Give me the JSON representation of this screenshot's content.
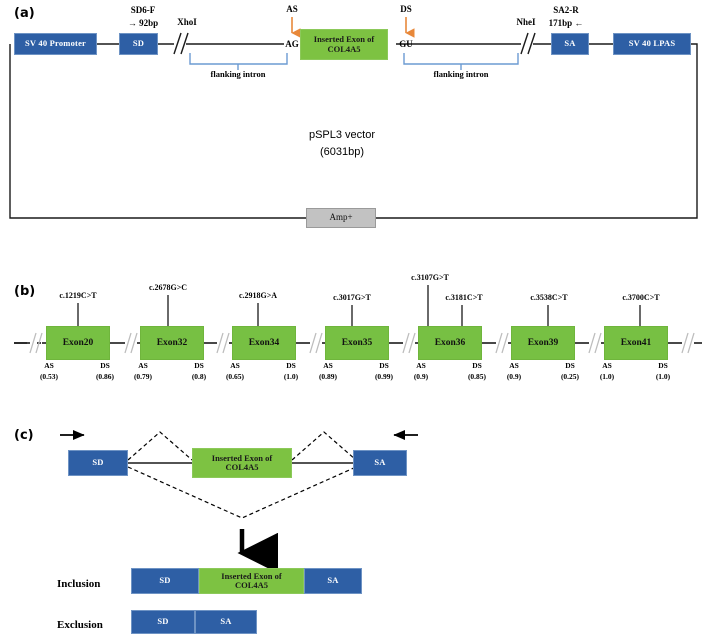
{
  "figure": {
    "panels": [
      "a",
      "b",
      "c"
    ],
    "colors": {
      "blue_box": "#2E5FA5",
      "green_box": "#7DC242",
      "gray_box": "#C2C2C2",
      "arrow_orange": "#E8883A",
      "bracket_blue": "#6C9BD2",
      "line_black": "#1a1a1a"
    }
  },
  "panel_a": {
    "letter": "(a)",
    "vector_name": "pSPL3  vector",
    "vector_size": "(6031bp)",
    "boxes": {
      "promoter": "SV 40 Promoter",
      "sd": "SD",
      "inserted_exon_line1": "Inserted Exon of",
      "inserted_exon_line2": "COL4A5",
      "sa": "SA",
      "lpas": "SV 40 LPAS",
      "amp": "Amp+"
    },
    "primers": {
      "forward_name": "SD6-F",
      "forward_dist": "→  92bp",
      "reverse_name": "SA2-R",
      "reverse_dist": "171bp ←"
    },
    "restriction_sites": {
      "left": "XhoI",
      "right": "NheI"
    },
    "splice_sites": {
      "acceptor_label": "AS",
      "acceptor_seq": "AG",
      "donor_label": "DS",
      "donor_seq": "GU"
    },
    "brackets": {
      "left": "flanking intron",
      "right": "flanking intron"
    }
  },
  "panel_b": {
    "letter": "(b)",
    "as_label": "AS",
    "ds_label": "DS",
    "exons": [
      {
        "name": "Exon20",
        "mutations": [
          "c.1219C>T"
        ],
        "as_score": "(0.53)",
        "ds_score": "(0.86)"
      },
      {
        "name": "Exon32",
        "mutations": [
          "c.2678G>C"
        ],
        "as_score": "(0.79)",
        "ds_score": "(0.8)"
      },
      {
        "name": "Exon34",
        "mutations": [
          "c.2918G>A"
        ],
        "as_score": "(0.65)",
        "ds_score": "(1.0)"
      },
      {
        "name": "Exon35",
        "mutations": [
          "c.3017G>T"
        ],
        "as_score": "(0.89)",
        "ds_score": "(0.99)"
      },
      {
        "name": "Exon36",
        "mutations": [
          "c.3107G>T",
          "c.3181C>T"
        ],
        "as_score": "(0.9)",
        "ds_score": "(0.85)"
      },
      {
        "name": "Exon39",
        "mutations": [
          "c.3538C>T"
        ],
        "as_score": "(0.9)",
        "ds_score": "(0.25)"
      },
      {
        "name": "Exon41",
        "mutations": [
          "c.3700C>T"
        ],
        "as_score": "(1.0)",
        "ds_score": "(1.0)"
      }
    ]
  },
  "panel_c": {
    "letter": "(c)",
    "construct": {
      "sd": "SD",
      "exon_line1": "Inserted Exon of",
      "exon_line2": "COL4A5",
      "sa": "SA"
    },
    "outcomes": [
      {
        "label": "Inclusion",
        "segments": [
          "SD",
          "Inserted Exon of\nCOL4A5",
          "SA"
        ]
      },
      {
        "label": "Exclusion",
        "segments": [
          "SD",
          "SA"
        ]
      }
    ],
    "inclusion_label": "Inclusion",
    "exclusion_label": "Exclusion",
    "inclusion_sd": "SD",
    "inclusion_exon_line1": "Inserted Exon of",
    "inclusion_exon_line2": "COL4A5",
    "inclusion_sa": "SA",
    "exclusion_sd": "SD",
    "exclusion_sa": "SA"
  }
}
